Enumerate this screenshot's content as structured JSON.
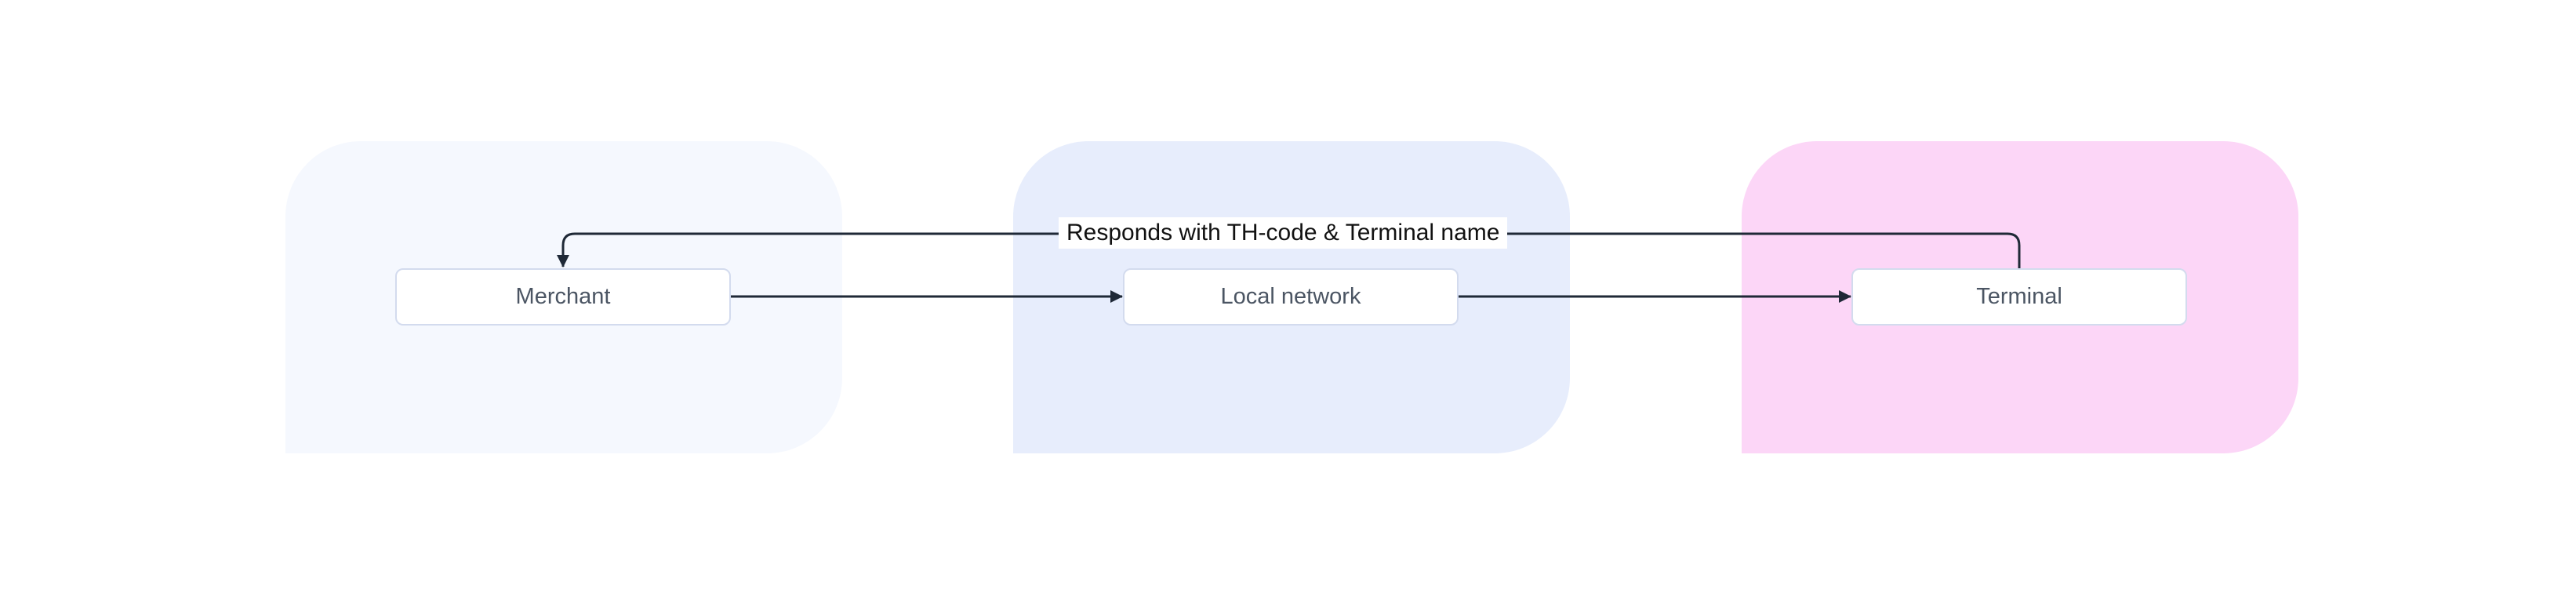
{
  "diagram": {
    "zones": [
      {
        "id": "merchant",
        "color": "#f5f8fe"
      },
      {
        "id": "network",
        "color": "#e7edfc"
      },
      {
        "id": "terminal",
        "color": "#fcd6f7"
      }
    ],
    "nodes": {
      "merchant": "Merchant",
      "network": "Local network",
      "terminal": "Terminal"
    },
    "edges": [
      {
        "from": "merchant",
        "to": "network",
        "label": ""
      },
      {
        "from": "network",
        "to": "terminal",
        "label": ""
      },
      {
        "from": "terminal",
        "to": "merchant",
        "label": "Responds with TH-code & Terminal name"
      }
    ],
    "colors": {
      "arrow": "#1f2937",
      "node_border": "#d3dbee",
      "node_text": "#4b5563"
    }
  }
}
